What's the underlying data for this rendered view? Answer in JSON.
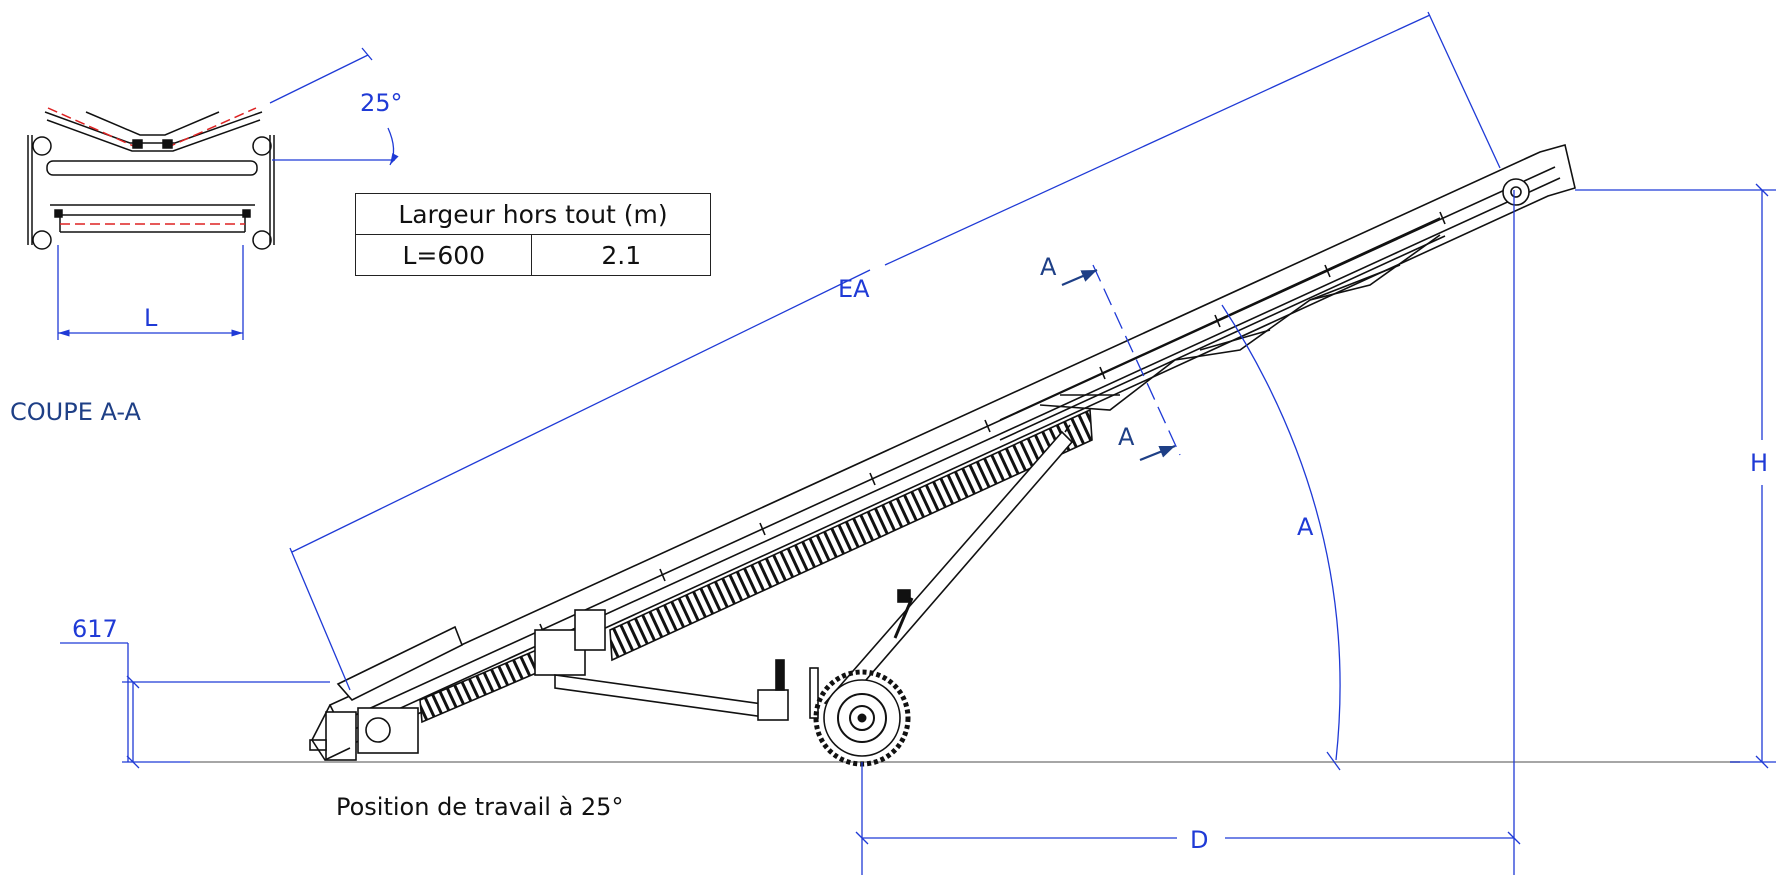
{
  "section": {
    "title": "COUPE A-A",
    "angle_label": "25°",
    "width_label": "L"
  },
  "table": {
    "header": "Largeur hors tout (m)",
    "rows": [
      {
        "model": "L=600",
        "value": "2.1"
      }
    ]
  },
  "dimensions": {
    "length": "EA",
    "cut_marker": "A",
    "angle": "A",
    "height": "H",
    "distance": "D",
    "inlet_height": "617"
  },
  "caption": "Position de travail à 25°",
  "colors": {
    "dimension": "#1f3ad6",
    "title": "#1e3f86",
    "drawing": "#111111",
    "ground": "#999999"
  }
}
